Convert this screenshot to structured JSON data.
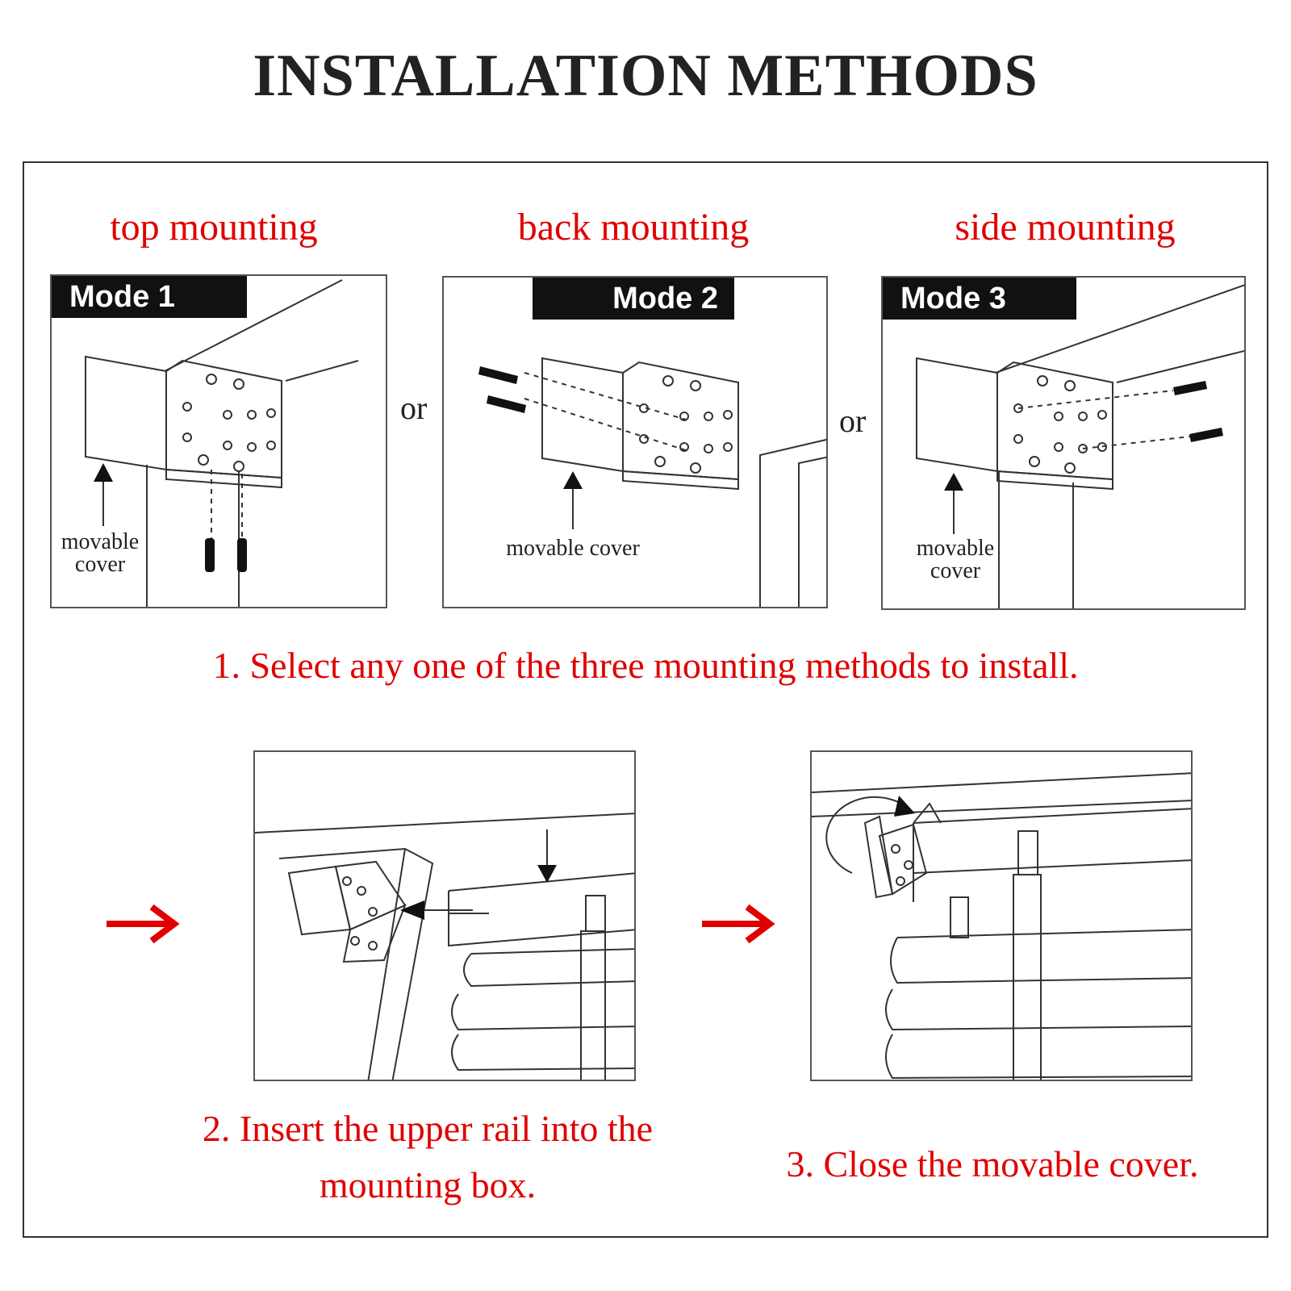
{
  "title": "INSTALLATION METHODS",
  "mounting_labels": [
    "top mounting",
    "back mounting",
    "side mounting"
  ],
  "modes": [
    "Mode 1",
    "Mode 2",
    "Mode 3"
  ],
  "notes": {
    "movable": "movable",
    "cover": "cover",
    "movable_cover": "movable cover"
  },
  "or_word": "or",
  "steps": {
    "step1": "1. Select any one of the three mounting methods to install.",
    "step2_line1": "2. Insert the upper rail into the",
    "step2_line2": "mounting box.",
    "step3": "3. Close the movable cover."
  },
  "colors": {
    "accent": "#e00000",
    "line": "#333333"
  }
}
